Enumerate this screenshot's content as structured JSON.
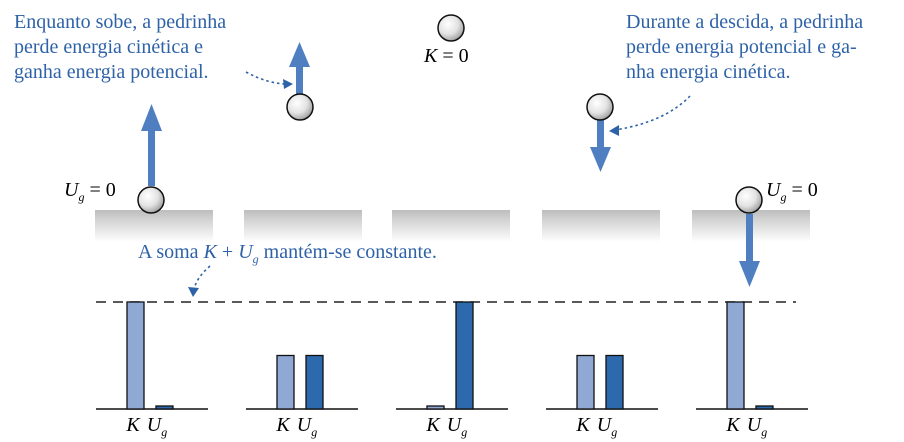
{
  "annotations": {
    "rising": "Enquanto sobe, a pedrinha\nperde energia cinética e\nganha energia potencial.",
    "falling": "Durante a descida, a pedrinha\nperde energia potencial e ga-\nnha energia cinética.",
    "sum_prefix": "A soma ",
    "sum_k": "K",
    "sum_plus": " + ",
    "sum_u": "U",
    "sum_u_sub": "g",
    "sum_suffix": " mantém-se constante."
  },
  "top_label": {
    "k": "K",
    "eq": " = 0"
  },
  "ground_labels": {
    "u": "U",
    "sub": "g",
    "eq": " = 0"
  },
  "bar_labels": {
    "k": "K",
    "u": "U",
    "u_sub": "g"
  },
  "chart_data": {
    "type": "bar",
    "categories": [
      "K",
      "Ug"
    ],
    "series": [
      {
        "values": [
          1.0,
          0.0
        ]
      },
      {
        "values": [
          0.5,
          0.5
        ]
      },
      {
        "values": [
          0.0,
          1.0
        ]
      },
      {
        "values": [
          0.5,
          0.5
        ]
      },
      {
        "values": [
          1.0,
          0.0
        ]
      }
    ],
    "total": 1.0
  },
  "colors": {
    "kinetic": "#8fa9d4",
    "potential": "#2d6aad",
    "arrow": "#4f7fc1",
    "annotation_text": "#2e62a7",
    "ground": "#c9c9c9"
  }
}
